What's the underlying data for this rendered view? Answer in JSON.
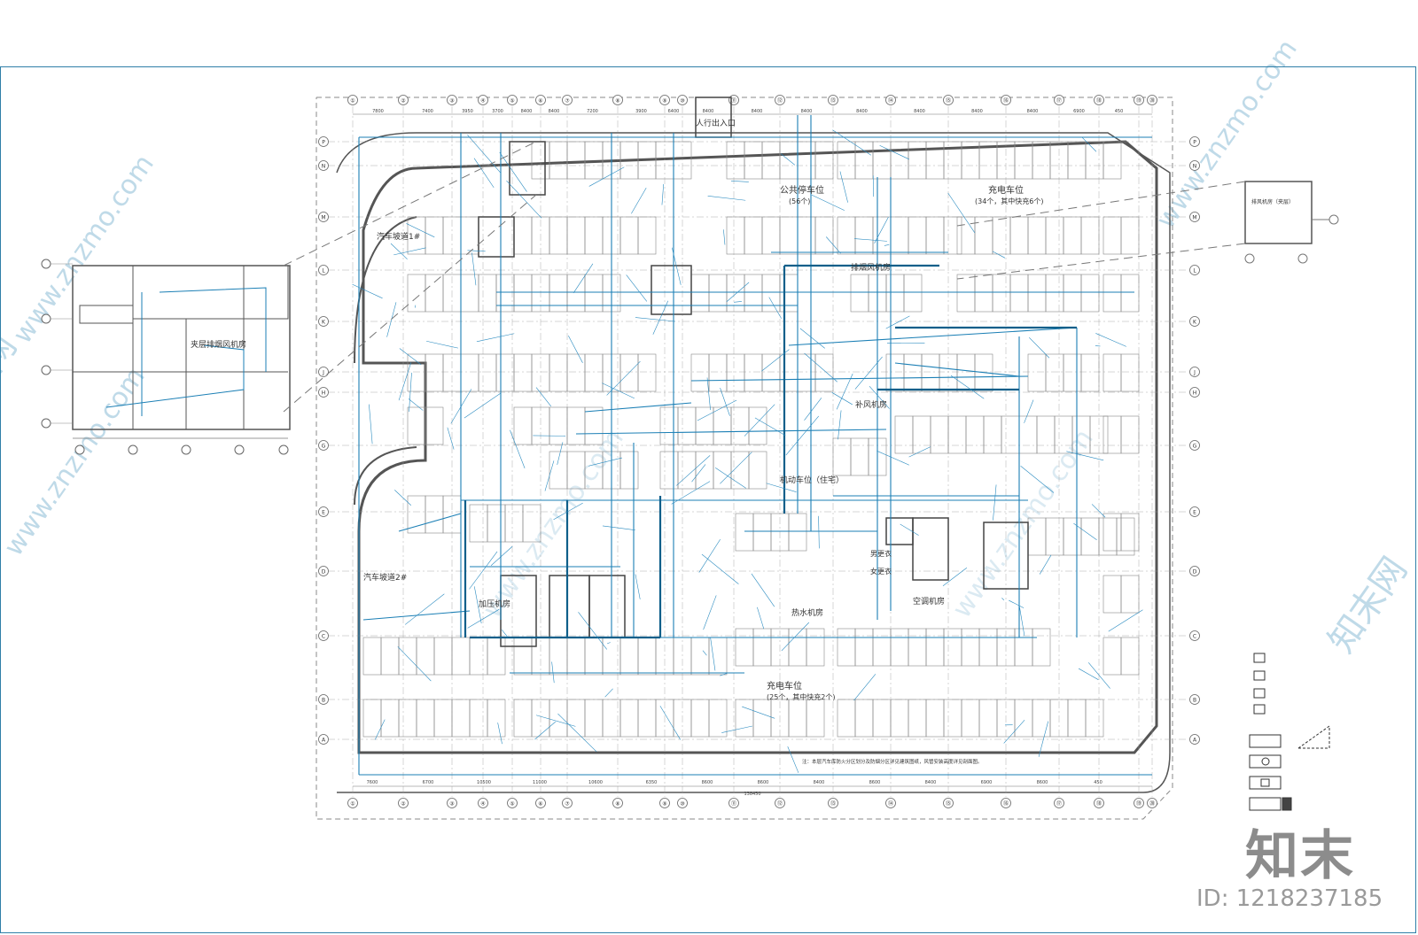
{
  "watermark": {
    "text_cn": "知末网",
    "text_url": "www.znzmo.com",
    "brand_cn": "知末",
    "id_text": "ID: 1218237185"
  },
  "colors": {
    "frame": "#2f7fa8",
    "wall": "#555555",
    "dim": "#777777",
    "pipe": "#1b7fb5",
    "pipe_dark": "#0f5f8a",
    "watermark": "#b9d6e6"
  },
  "grid_rows": [
    "P",
    "N",
    "M",
    "L",
    "K",
    "J",
    "H",
    "G",
    "E",
    "D",
    "C",
    "B",
    "A"
  ],
  "grid_cols": [
    "①",
    "②",
    "③",
    "④",
    "⑤",
    "⑥",
    "⑦",
    "⑧",
    "⑨",
    "⑩",
    "⑪",
    "⑫",
    "⑬",
    "⑭",
    "⑮",
    "⑯",
    "⑰",
    "⑱",
    "⑲",
    "⑳"
  ],
  "dimensions_top": [
    "7800",
    "7400",
    "3950",
    "3700",
    "8400",
    "8400",
    "7200",
    "3900",
    "6400",
    "8400",
    "8400",
    "8400",
    "8400",
    "8400",
    "8400",
    "8400",
    "6900",
    "450"
  ],
  "dimensions_bottom": [
    "7600",
    "6700",
    "10500",
    "11000",
    "10600",
    "6350",
    "8600",
    "8600",
    "8400",
    "8600",
    "8400",
    "6900",
    "8600",
    "450"
  ],
  "overall_dimension": "138450",
  "rooms": [
    {
      "key": "public_parking",
      "label": "公共停车位"
    },
    {
      "key": "public_parking_count",
      "label": "(56个)"
    },
    {
      "key": "charging_top",
      "label": "充电车位"
    },
    {
      "key": "charging_top_count",
      "label": "(34个，其中快充6个)"
    },
    {
      "key": "ramp1",
      "label": "汽车坡道1#"
    },
    {
      "key": "ramp2",
      "label": "汽车坡道2#"
    },
    {
      "key": "pedestrian",
      "label": "人行出入口"
    },
    {
      "key": "motor_parking",
      "label": "机动车位（住宅）"
    },
    {
      "key": "charging_bottom",
      "label": "充电车位"
    },
    {
      "key": "charging_bottom_count",
      "label": "(25个，其中快充2个)"
    },
    {
      "key": "hot_water",
      "label": "热水机房"
    },
    {
      "key": "ac_room",
      "label": "空调机房"
    },
    {
      "key": "exhaust",
      "label": "排烟风机房"
    },
    {
      "key": "supply",
      "label": "补风机房"
    },
    {
      "key": "pressure",
      "label": "加压机房"
    },
    {
      "key": "male_wc",
      "label": "男更衣"
    },
    {
      "key": "female_wc",
      "label": "女更衣"
    },
    {
      "key": "mech_side",
      "label": "夹层排烟风机房"
    },
    {
      "key": "fan_room_right",
      "label": "排风机房（夹层）"
    }
  ],
  "notes": {
    "bottom_note": "注：本层汽车库防火分区划分及防烟分区详见建筑图纸，风管安装高度详见剖面图。"
  }
}
